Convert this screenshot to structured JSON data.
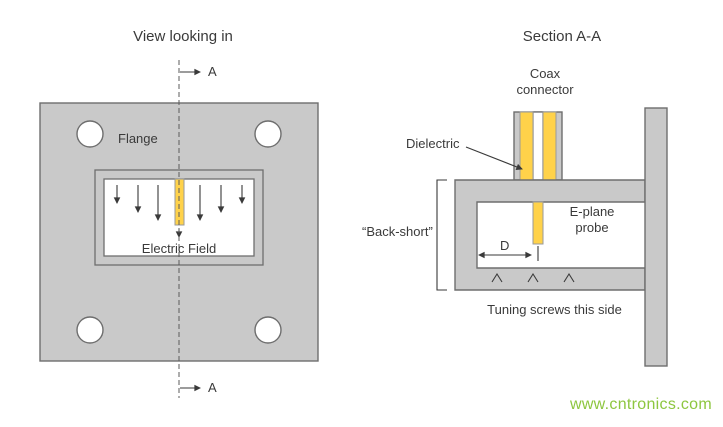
{
  "left_view": {
    "title": "View looking in",
    "flange_label": "Flange",
    "electric_field_label": "Electric Field",
    "section_marker_top": "A",
    "section_marker_bottom": "A"
  },
  "right_view": {
    "title": "Section A-A",
    "coax_connector_label": "Coax connector",
    "dielectric_label": "Dielectric",
    "backshort_label": "“Back-short”",
    "eplane_probe_label": "E-plane probe",
    "dimension_label": "D",
    "tuning_screws_label": "Tuning screws this side"
  },
  "watermark": "www.cntronics.com",
  "colors": {
    "metal_gray": "#c9c9c9",
    "outline_gray": "#6e6e6e",
    "conductor_yellow": "#ffd24a",
    "text": "#3a3a3a",
    "watermark_green": "#8dc63f"
  }
}
